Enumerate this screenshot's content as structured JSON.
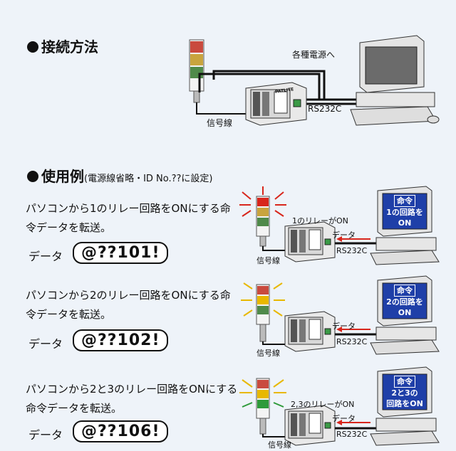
{
  "section1": {
    "title": "接続方法",
    "label_power": "各種電源へ",
    "label_rs": "RS232C",
    "label_signal": "信号線",
    "device_brand": "PATLITE"
  },
  "section2": {
    "title": "使用例",
    "subtitle": "(電源線省略・ID No.??に設定)"
  },
  "examples": [
    {
      "desc_line1": "パソコンから1のリレー回路をONにする命",
      "desc_line2": "令データを転送。",
      "data_label": "データ",
      "code": "@??101!",
      "screen_line1": "命令",
      "screen_line2": "1の回路を",
      "screen_line3": "ON",
      "relay_label": "1のリレーがON",
      "arrow_label": "データ",
      "rs_label": "RS232C",
      "signal_label": "信号線",
      "lamps": [
        "red",
        "off",
        "off"
      ]
    },
    {
      "desc_line1": "パソコンから2のリレー回路をONにする命",
      "desc_line2": "令データを転送。",
      "data_label": "データ",
      "code": "@??102!",
      "screen_line1": "命令",
      "screen_line2": "2の回路を",
      "screen_line3": "ON",
      "relay_label": "",
      "arrow_label": "データ",
      "rs_label": "RS232C",
      "signal_label": "信号線",
      "lamps": [
        "off",
        "yellow",
        "off"
      ]
    },
    {
      "desc_line1": "パソコンから2と3のリレー回路をONにする",
      "desc_line2": "命令データを転送。",
      "data_label": "データ",
      "code": "@??106!",
      "screen_line1": "命令",
      "screen_line2": "2と3の",
      "screen_line3": "回路をON",
      "relay_label": "2,3のリレーがON",
      "arrow_label": "データ",
      "rs_label": "RS232C",
      "signal_label": "信号線",
      "lamps": [
        "off",
        "yellow",
        "green"
      ]
    }
  ],
  "colors": {
    "red": "#d8261c",
    "yellow": "#e8b800",
    "green": "#2e9a3a",
    "screen": "#1f3fa8",
    "arrow": "#d8261c"
  }
}
